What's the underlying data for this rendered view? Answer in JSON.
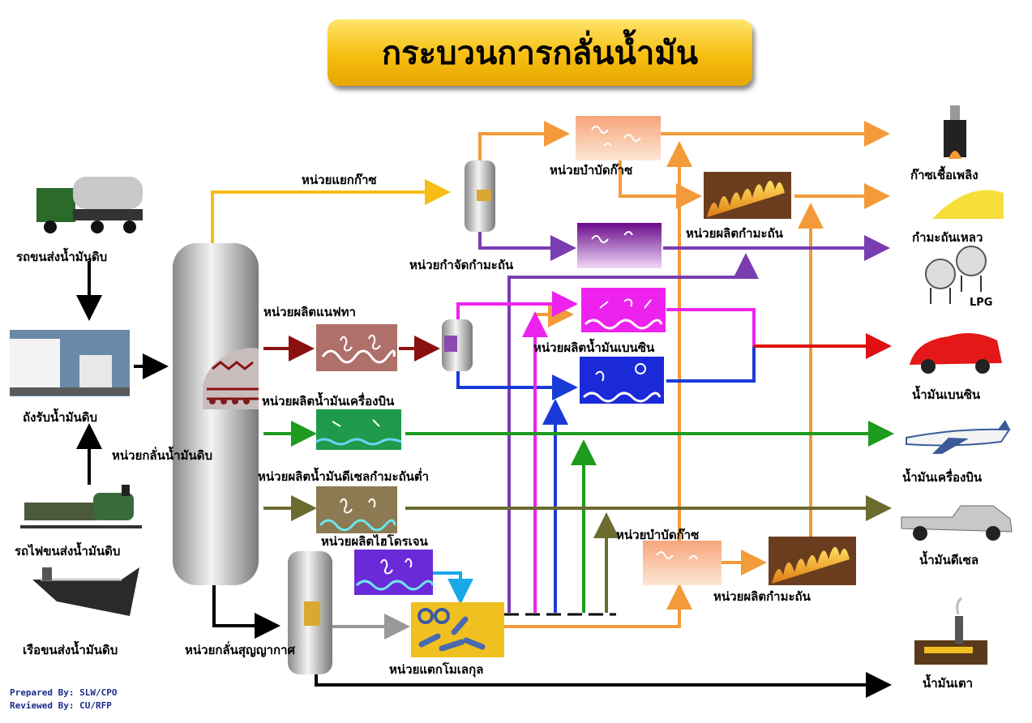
{
  "title": "กระบวนการกลั่นน้ำมัน",
  "sources": {
    "truck": "รถขนส่งน้ำมันดิบ",
    "tank": "ถังรับน้ำมันดิบ",
    "train": "รถไฟขนส่งน้ำมันดิบ",
    "ship": "เรือขนส่งน้ำมันดิบ"
  },
  "units": {
    "crude_distillation": "หน่วยกลั่นน้ำมันดิบ",
    "gas_separation": "หน่วยแยกก๊าซ",
    "gas_treatment_top": "หน่วยบำบัดก๊าซ",
    "sulfur_production_top": "หน่วยผลิตกำมะถัน",
    "sulfur_removal": "หน่วยกำจัดกำมะถัน",
    "naphtha": "หน่วยผลิตแนฟทา",
    "gasoline": "หน่วยผลิตน้ำมันเบนซิน",
    "jet_fuel": "หน่วยผลิตน้ำมันเครื่องบิน",
    "low_sulfur_diesel": "หน่วยผลิตน้ำมันดีเซลกำมะถันต่ำ",
    "hydrogen": "หน่วยผลิตไฮโดรเจน",
    "gas_treatment_bottom": "หน่วยบำบัดก๊าซ",
    "sulfur_production_bottom": "หน่วยผลิตกำมะถัน",
    "vacuum_distillation": "หน่วยกลั่นสุญญากาศ",
    "cracking": "หน่วยแตกโมเลกุล"
  },
  "products": {
    "fuel_gas": "ก๊าซเชื้อเพลิง",
    "liquid_sulfur": "กำมะถันเหลว",
    "lpg": "LPG",
    "gasoline": "น้ำมันเบนซิน",
    "jet_fuel": "น้ำมันเครื่องบิน",
    "diesel": "น้ำมันดีเซล",
    "fuel_oil": "น้ำมันเตา"
  },
  "credits": {
    "prepared": "Prepared By: SLW/CPO",
    "reviewed": "Reviewed By: CU/RFP"
  },
  "colors": {
    "orange": "#f39a3a",
    "yellow": "#f6bd16",
    "purple": "#7a3db0",
    "magenta": "#ee22ee",
    "blue": "#1a3ad8",
    "green": "#1e9a1e",
    "olive": "#6b6b30",
    "darkred": "#8b1010",
    "red": "#e01010",
    "black": "#000000",
    "gray": "#999999",
    "cyan": "#19a8e8"
  }
}
